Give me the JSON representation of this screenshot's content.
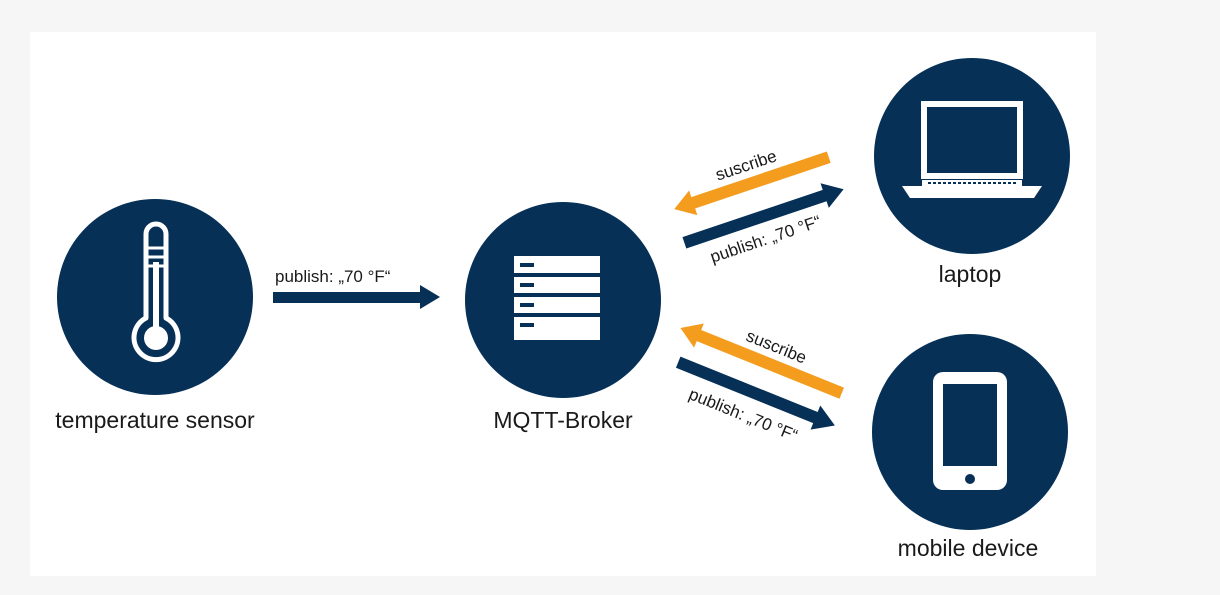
{
  "colors": {
    "node_fill": "#073057",
    "icon": "#ffffff",
    "publish_arrow": "#073057",
    "subscribe_arrow": "#f39c1e"
  },
  "nodes": {
    "sensor": {
      "label": "temperature sensor",
      "icon": "thermometer-icon"
    },
    "broker": {
      "label": "MQTT-Broker",
      "icon": "server-icon"
    },
    "laptop": {
      "label": "laptop",
      "icon": "laptop-icon"
    },
    "mobile": {
      "label": "mobile device",
      "icon": "smartphone-icon"
    }
  },
  "edges": {
    "sensor_to_broker": {
      "label": "publish: „70 °F“"
    },
    "laptop_subscribe": {
      "label": "suscribe"
    },
    "broker_to_laptop": {
      "label": "publish: „70 °F“"
    },
    "mobile_subscribe": {
      "label": "suscribe"
    },
    "broker_to_mobile": {
      "label": "publish: „70 °F“"
    }
  }
}
